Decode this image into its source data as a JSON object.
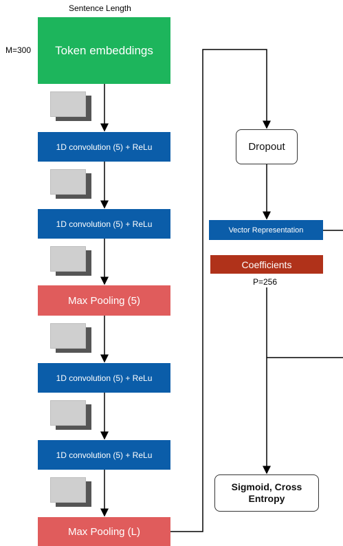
{
  "diagram": {
    "top_label": "Sentence Length",
    "left_label": "M=300",
    "p_label": "P=256",
    "nodes": {
      "token_embeddings": "Token embeddings",
      "conv1": "1D convolution (5) + ReLu",
      "conv2": "1D convolution (5) + ReLu",
      "maxpool5": "Max Pooling (5)",
      "conv3": "1D convolution (5) + ReLu",
      "conv4": "1D convolution (5) + ReLu",
      "maxpool_l": "Max Pooling (L)",
      "dropout": "Dropout",
      "vector_representation": "Vector Representation",
      "coefficients": "Coefficients",
      "sigmoid_ce": "Sigmoid, Cross Entropy"
    },
    "colors": {
      "embedding": "#1db55c",
      "convolution": "#0b5da9",
      "pooling": "#e05c5c",
      "coefficients": "#b0321a"
    }
  }
}
